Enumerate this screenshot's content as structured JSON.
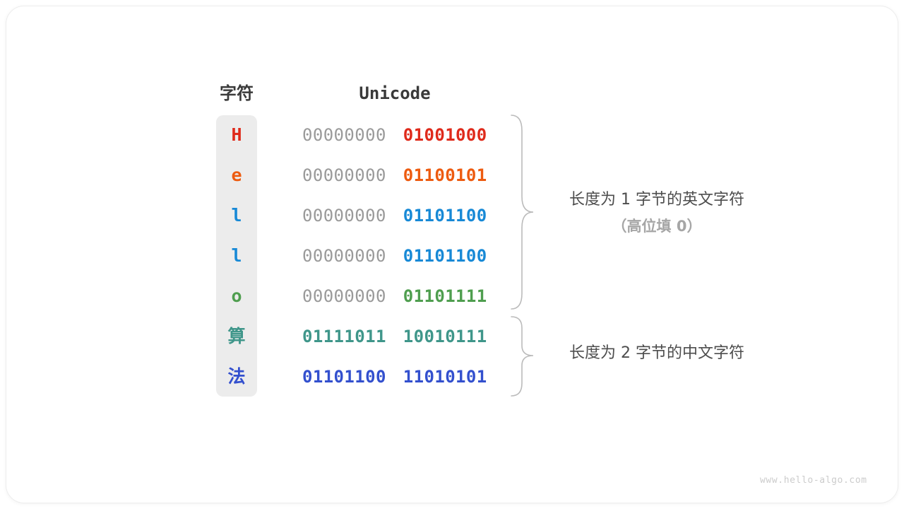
{
  "header": {
    "char_col": "字符",
    "unicode_col": "Unicode"
  },
  "table": {
    "rows": [
      {
        "char": "H",
        "color": "#DF2A1B",
        "byte1": "00000000",
        "byte1_color": "#9A9A9A",
        "byte1_bold": false,
        "byte2": "01001000",
        "byte2_color": "#DF2A1B"
      },
      {
        "char": "e",
        "color": "#ED5B10",
        "byte1": "00000000",
        "byte1_color": "#9A9A9A",
        "byte1_bold": false,
        "byte2": "01100101",
        "byte2_color": "#ED5B10"
      },
      {
        "char": "l",
        "color": "#1789D6",
        "byte1": "00000000",
        "byte1_color": "#9A9A9A",
        "byte1_bold": false,
        "byte2": "01101100",
        "byte2_color": "#1789D6"
      },
      {
        "char": "l",
        "color": "#1789D6",
        "byte1": "00000000",
        "byte1_color": "#9A9A9A",
        "byte1_bold": false,
        "byte2": "01101100",
        "byte2_color": "#1789D6"
      },
      {
        "char": "o",
        "color": "#4F9E4F",
        "byte1": "00000000",
        "byte1_color": "#9A9A9A",
        "byte1_bold": false,
        "byte2": "01101111",
        "byte2_color": "#4F9E4F"
      },
      {
        "char": "算",
        "color": "#3F968A",
        "byte1": "01111011",
        "byte1_color": "#3F968A",
        "byte1_bold": true,
        "byte2": "10010111",
        "byte2_color": "#3F968A"
      },
      {
        "char": "法",
        "color": "#3350CE",
        "byte1": "01101100",
        "byte1_color": "#3350CE",
        "byte1_bold": true,
        "byte2": "11010101",
        "byte2_color": "#3350CE"
      }
    ]
  },
  "annotations": {
    "group1_line1": "长度为 1 字节的英文字符",
    "group1_line2": "（高位填 0）",
    "group2_line1": "长度为 2 字节的中文字符"
  },
  "footer": {
    "site": "www.hello-algo.com"
  },
  "colors": {
    "char_column_bg": "#ECECEC",
    "gray_bits": "#9A9A9A",
    "brace": "#BBBBBB",
    "header_text": "#3A3A3A",
    "annotation_text": "#4D4D4D",
    "annotation_sub_text": "#A6A6A6",
    "footer_text": "#CCCCCC"
  }
}
